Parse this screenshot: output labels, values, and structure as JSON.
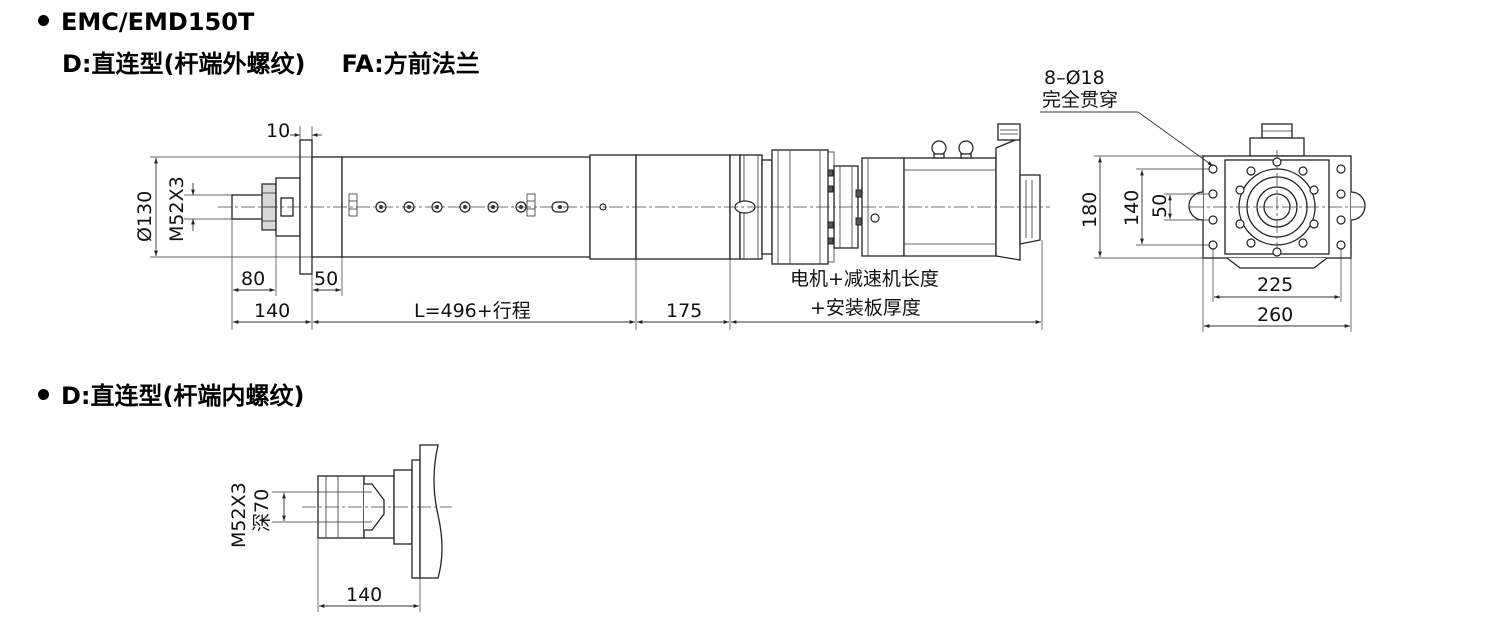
{
  "headings": {
    "model": "EMC/EMD150T",
    "variant_d": "D:直连型(杆端外螺纹)",
    "variant_fa": "FA:方前法兰",
    "variant_d2": "D:直连型(杆端内螺纹)"
  },
  "top_view": {
    "dim_10": "10",
    "dim_dia130": "Ø130",
    "dim_m52x3": "M52X3",
    "dim_80": "80",
    "dim_50": "50",
    "dim_140": "140",
    "dim_stroke": "L=496+行程",
    "dim_175": "175",
    "motor_note_1": "电机+减速机长度",
    "motor_note_2": "+安装板厚度"
  },
  "end_view": {
    "holes_note_1": "8–Ø18",
    "holes_note_2": "完全贯穿",
    "dim_180": "180",
    "dim_140": "140",
    "dim_50": "50",
    "dim_225": "225",
    "dim_260": "260"
  },
  "bottom_view": {
    "dim_m52x3": "M52X3",
    "dim_depth": "深70",
    "dim_140": "140"
  }
}
